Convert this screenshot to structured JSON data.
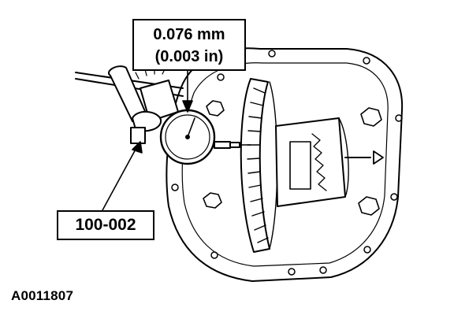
{
  "callouts": {
    "spec_metric": "0.076 mm",
    "spec_imperial": "(0.003 in)",
    "tool_number": "100-002"
  },
  "figure": {
    "id": "A0011807"
  },
  "colors": {
    "ink": "#000000",
    "paper": "#ffffff"
  }
}
